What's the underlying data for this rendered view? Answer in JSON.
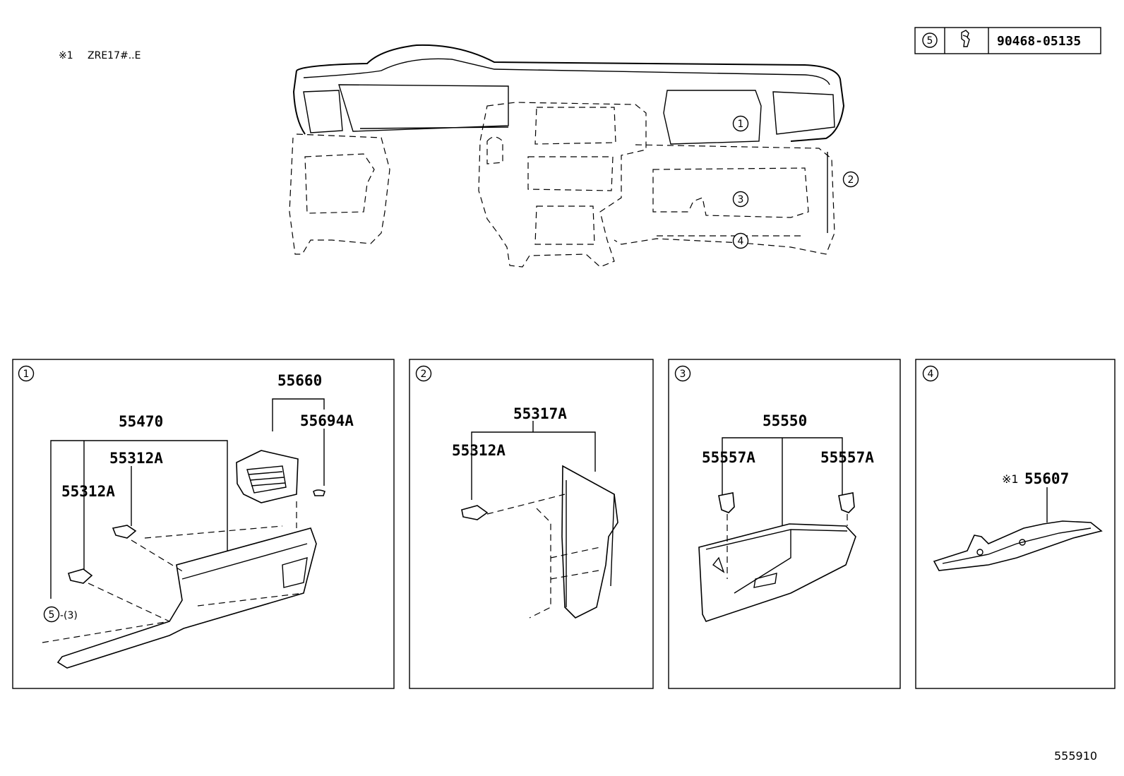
{
  "header": {
    "note_marker": "※1",
    "note_text": "ZRE17#..E",
    "fastener_ref": "5",
    "fastener_part_no": "90468-05135",
    "fastener_icon": "clip-icon"
  },
  "overview": {
    "callouts": [
      "1",
      "2",
      "3",
      "4"
    ]
  },
  "panels": [
    {
      "ref": "1",
      "labels": {
        "p55660": "55660",
        "p55694A": "55694A",
        "p55470": "55470",
        "p55312A_a": "55312A",
        "p55312A_b": "55312A",
        "clip_ref": "5",
        "clip_qty": "-(3)"
      }
    },
    {
      "ref": "2",
      "labels": {
        "p55317A": "55317A",
        "p55312A": "55312A"
      }
    },
    {
      "ref": "3",
      "labels": {
        "p55550": "55550",
        "p55557A_l": "55557A",
        "p55557A_r": "55557A"
      }
    },
    {
      "ref": "4",
      "labels": {
        "note_marker": "※1",
        "p55607": "55607"
      }
    }
  ],
  "footer": {
    "diagram_no": "555910"
  }
}
